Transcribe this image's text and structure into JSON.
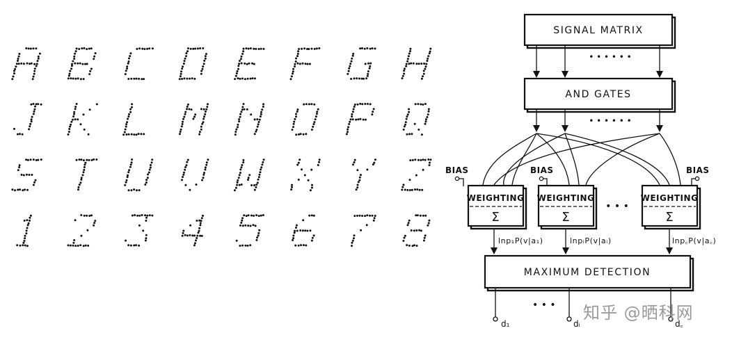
{
  "diagram": {
    "signal_matrix_label": "SIGNAL MATRIX",
    "and_gates_label": "AND GATES",
    "bias_label": "BIAS",
    "weighting_label": "WEIGHTING",
    "sigma_symbol": "Σ",
    "max_detection_label": "MAXIMUM DETECTION",
    "ellipsis": "• •   • •   • •",
    "ellipsis_mid": "• • •",
    "weight_outputs": [
      "lnp₁P(v|a₁)",
      "lnpᵢP(v|aᵢ)",
      "lnp꜀P(v|a꜀)"
    ],
    "decision_outputs": [
      "d₁",
      "dᵢ",
      "d꜀"
    ]
  },
  "characters": {
    "description": "Hand-drawn dot-matrix letters A–Z and digits",
    "rows": [
      [
        "A",
        "B",
        "C",
        "D",
        "E",
        "F",
        "G",
        "H"
      ],
      [
        "J",
        "K",
        "L",
        "M",
        "N",
        "O",
        "P",
        "Q"
      ],
      [
        "S",
        "T",
        "U",
        "V",
        "W",
        "X",
        "Y",
        "Z"
      ],
      [
        "1",
        "2",
        "3",
        "4",
        "5",
        "6",
        "7",
        "8"
      ]
    ]
  },
  "watermark": "知乎 @晒科网"
}
